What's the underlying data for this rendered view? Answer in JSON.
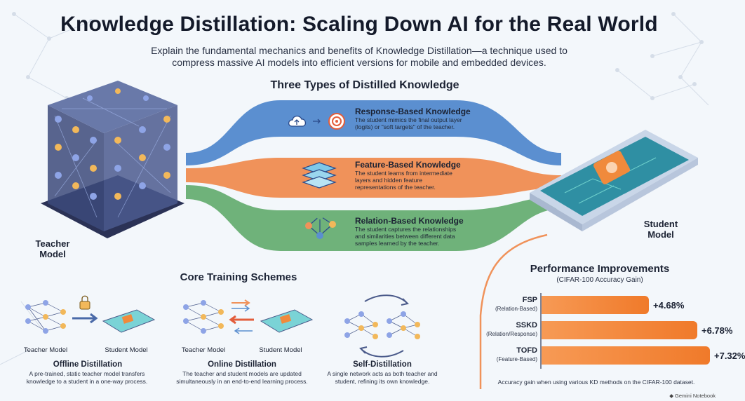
{
  "header": {
    "title": "Knowledge Distillation: Scaling Down AI for the Real World",
    "subtitle": "Explain the fundamental mechanics and benefits of Knowledge Distillation—a technique used to compress massive AI models into efficient versions for mobile and embedded devices."
  },
  "teacher": {
    "label_line1": "Teacher",
    "label_line2": "Model"
  },
  "student": {
    "label_line1": "Student",
    "label_line2": "Model"
  },
  "knowledge_types": {
    "heading": "Three Types of Distilled Knowledge",
    "items": [
      {
        "title": "Response-Based Knowledge",
        "desc_line1": "The student mimics the final output layer",
        "desc_line2": "(logits) or \"soft targets\" of the teacher.",
        "desc_line3": "",
        "color": "#5b8fd0"
      },
      {
        "title": "Feature-Based Knowledge",
        "desc_line1": "The student learns from intermediate",
        "desc_line2": "layers and hidden feature",
        "desc_line3": "representations of the teacher.",
        "color": "#f0925a"
      },
      {
        "title": "Relation-Based Knowledge",
        "desc_line1": "The student captures the relationships",
        "desc_line2": "and similarities between different data",
        "desc_line3": "samples learned by the teacher.",
        "color": "#6fb27a"
      }
    ]
  },
  "training": {
    "heading": "Core Training Schemes",
    "schemes": [
      {
        "title": "Offline Distillation",
        "left_label": "Teacher Model",
        "right_label": "Student Model",
        "desc_line1": "A pre-trained, static teacher model transfers",
        "desc_line2": "knowledge to a student in a one-way process."
      },
      {
        "title": "Online Distillation",
        "left_label": "Teacher Model",
        "right_label": "Student Model",
        "desc_line1": "The teacher and student models are updated",
        "desc_line2": "simultaneously in an end-to-end learning process."
      },
      {
        "title": "Self-Distillation",
        "left_label": "",
        "right_label": "",
        "desc_line1": "A single network acts as both teacher and",
        "desc_line2": "student, refining its own knowledge."
      }
    ]
  },
  "performance": {
    "title": "Performance Improvements",
    "subtitle": "(CIFAR-100 Accuracy Gain)",
    "caption": "Accuracy gain when using various KD methods on the CIFAR-100 dataset.",
    "brand": "Gemini Notebook"
  },
  "chart_data": {
    "type": "bar",
    "orientation": "horizontal",
    "title": "Performance Improvements",
    "subtitle": "(CIFAR-100 Accuracy Gain)",
    "categories": [
      "FSP",
      "SSKD",
      "TOFD"
    ],
    "category_types": [
      "(Relation-Based)",
      "(Relation/Response)",
      "(Feature-Based)"
    ],
    "values": [
      4.68,
      6.78,
      7.32
    ],
    "value_labels": [
      "+4.68%",
      "+6.78%",
      "+7.32%"
    ],
    "xlim": [
      0,
      7.32
    ],
    "grid": false,
    "legend": "none",
    "colors": {
      "bar_light": "#f79a55",
      "bar_dark": "#f07a2a"
    }
  }
}
